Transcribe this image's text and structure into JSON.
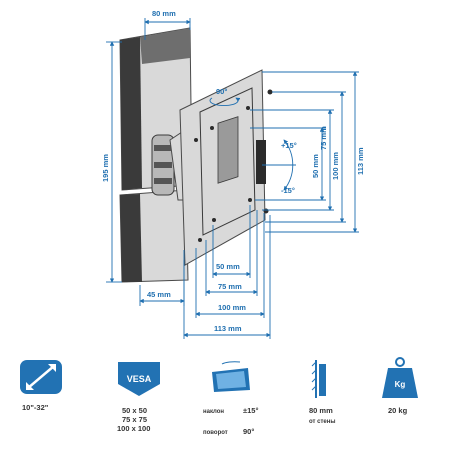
{
  "dimensions": {
    "top_width": "80 mm",
    "rotation": "90°",
    "height_total": "195 mm",
    "depth": "45 mm",
    "plate_50": "50 mm",
    "plate_75": "75 mm",
    "plate_100": "100 mm",
    "plate_113": "113 mm",
    "vert_50": "50 mm",
    "vert_75": "75 mm",
    "vert_100": "100 mm",
    "vert_113": "113 mm",
    "tilt_plus": "+15°",
    "tilt_minus": "-15°"
  },
  "specs": {
    "screen_size": "10\"-32\"",
    "vesa_label": "VESA",
    "vesa_values": [
      "50 x 50",
      "75 x 75",
      "100 x 100"
    ],
    "tilt_label": "наклон",
    "tilt_value": "±15°",
    "swivel_label": "поворот",
    "swivel_value": "90°",
    "wall_distance": "80 mm",
    "wall_distance_label": "от стены",
    "weight_icon": "Kg",
    "max_load": "20 kg"
  },
  "icons": [
    "diagonal-arrow-icon",
    "vesa-icon",
    "tilt-screen-icon",
    "wall-profile-icon",
    "weight-icon"
  ],
  "colors": {
    "accent": "#1f6fb0",
    "mount": "#3a3a3a",
    "text": "#333333"
  }
}
